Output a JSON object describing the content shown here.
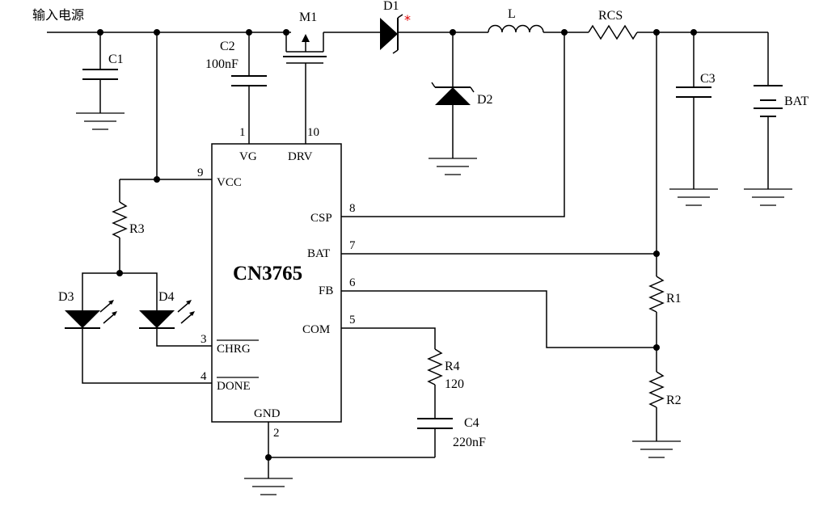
{
  "labels": {
    "input_source": "输入电源",
    "c1": "C1",
    "c2": "C2",
    "c2_value": "100nF",
    "m1": "M1",
    "d1": "D1",
    "d1_mark": "*",
    "l": "L",
    "rcs": "RCS",
    "d2": "D2",
    "c3": "C3",
    "bat": "BAT",
    "r3": "R3",
    "d3": "D3",
    "d4": "D4",
    "r1": "R1",
    "r2": "R2",
    "r4": "R4",
    "r4_value": "120",
    "c4": "C4",
    "c4_value": "220nF"
  },
  "chip": {
    "name": "CN3765",
    "pins": {
      "vg": {
        "num": "1",
        "name": "VG"
      },
      "drv": {
        "num": "10",
        "name": "DRV"
      },
      "vcc": {
        "num": "9",
        "name": "VCC"
      },
      "csp": {
        "num": "8",
        "name": "CSP"
      },
      "bat": {
        "num": "7",
        "name": "BAT"
      },
      "fb": {
        "num": "6",
        "name": "FB"
      },
      "com": {
        "num": "5",
        "name": "COM"
      },
      "chrg": {
        "num": "3",
        "name": "CHRG"
      },
      "done": {
        "num": "4",
        "name": "DONE"
      },
      "gnd": {
        "num": "2",
        "name": "GND"
      }
    }
  },
  "colors": {
    "wire": "#000000",
    "marker": "#e00000",
    "background": "#ffffff"
  }
}
